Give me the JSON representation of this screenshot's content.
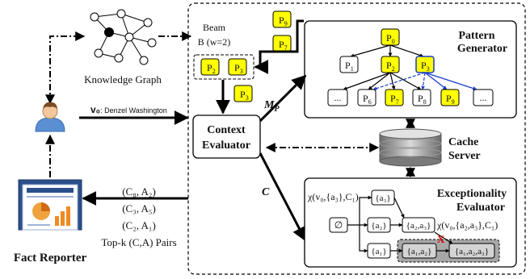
{
  "knowledge_graph": {
    "label": "Knowledge Graph"
  },
  "beam": {
    "title": "Beam",
    "subtitle": "B (w=2)",
    "items": [
      "P",
      "P"
    ],
    "item_subs": [
      "2",
      "3"
    ]
  },
  "stack": {
    "top": "P",
    "top_sub": "9",
    "bottom": "P",
    "bottom_sub": "7"
  },
  "beam_out": {
    "label": "P",
    "sub": "3"
  },
  "pattern_generator": {
    "title_line1": "Pattern",
    "title_line2": "Generator",
    "root": "P",
    "root_sub": "0",
    "level1": [
      {
        "p": "P",
        "s": "1"
      },
      {
        "p": "P",
        "s": "2"
      },
      {
        "p": "P",
        "s": "3"
      }
    ],
    "level2": [
      {
        "p": "...",
        "s": ""
      },
      {
        "p": "P",
        "s": "6"
      },
      {
        "p": "P",
        "s": "7"
      },
      {
        "p": "P",
        "s": "8"
      },
      {
        "p": "P",
        "s": "9"
      },
      {
        "p": "...",
        "s": ""
      }
    ]
  },
  "mp_label": {
    "main": "M",
    "sub": "P"
  },
  "c_label": "C",
  "context_evaluator": {
    "line1": "Context",
    "line2": "Evaluator"
  },
  "cache_server": {
    "line1": "Cache",
    "line2": "Server"
  },
  "exceptionality_evaluator": {
    "title_line1": "Exceptionality",
    "title_line2": "Evaluator",
    "chi1": "χ(v₀,{a₃},C₁)",
    "chi2": "χ(v₀,{a₂,a₃},C₁)",
    "empty_set": "∅",
    "node_a3": "{a₃}",
    "node_a2": "{a₂}",
    "node_a2a3": "{a₂,a₃}",
    "node_a1": "{a₁}",
    "node_a1a2": "{a₁,a₂}",
    "node_a1a2a3": "{a₁,a₂,a₃}",
    "pruned_mark": "X"
  },
  "v0": {
    "label": "v₀",
    "value": ": Denzel Washington"
  },
  "top_k": {
    "pairs": [
      "(C₈, A₂)",
      "(C₃, A₅)",
      "(C₂, A₁)"
    ],
    "label": "Top-k (C,A) Pairs"
  },
  "fact_reporter": {
    "label": "Fact Reporter"
  },
  "colors": {
    "highlight": "#ffff00",
    "blue_edge": "#1a3cc8",
    "dark_grey": "#a7a7a7"
  }
}
